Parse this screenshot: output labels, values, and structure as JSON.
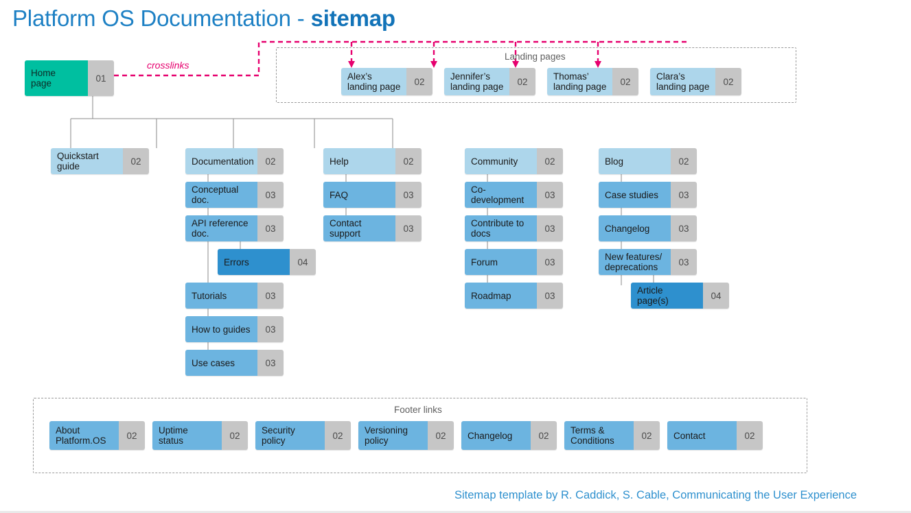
{
  "title": {
    "normal": "Platform OS Documentation - ",
    "bold": "sitemap"
  },
  "colors": {
    "title_blue": "#1D80C4",
    "level01_teal": "#00BFA0",
    "level02_light_blue": "#ADD6EB",
    "level03_blue": "#6CB4E0",
    "level04_blue": "#2E90CE",
    "number_gray": "#C6C6C6",
    "crosslink_pink": "#E6006E",
    "connector_gray": "#8A8A8A",
    "dashed_gray": "#9A9A9A"
  },
  "crosslinks_label": "crosslinks",
  "home": {
    "label": "Home\npage",
    "label_line1": "Home",
    "label_line2": "page",
    "number": "01",
    "level": "01"
  },
  "landing_group": {
    "title": "Landing pages",
    "items": [
      {
        "line1": "Alex’s",
        "line2": "landing page",
        "number": "02",
        "level": "02"
      },
      {
        "line1": "Jennifer’s",
        "line2": "landing page",
        "number": "02",
        "level": "02"
      },
      {
        "line1": "Thomas’",
        "line2": "landing page",
        "number": "02",
        "level": "02"
      },
      {
        "line1": "Clara’s",
        "line2": "landing page",
        "number": "02",
        "level": "02"
      }
    ]
  },
  "columns": [
    {
      "key": "quickstart",
      "root": {
        "line1": "Quickstart",
        "line2": "guide",
        "number": "02",
        "level": "02"
      },
      "children": []
    },
    {
      "key": "documentation",
      "root": {
        "line1": "Documentation",
        "line2": "",
        "number": "02",
        "level": "02"
      },
      "children": [
        {
          "line1": "Conceptual",
          "line2": "doc.",
          "number": "03",
          "level": "03",
          "indent": false
        },
        {
          "line1": "API reference",
          "line2": "doc.",
          "number": "03",
          "level": "03",
          "indent": false
        },
        {
          "line1": "Errors",
          "line2": "",
          "number": "04",
          "level": "04",
          "indent": true
        },
        {
          "line1": "Tutorials",
          "line2": "",
          "number": "03",
          "level": "03",
          "indent": false
        },
        {
          "line1": "How to guides",
          "line2": "",
          "number": "03",
          "level": "03",
          "indent": false
        },
        {
          "line1": "Use cases",
          "line2": "",
          "number": "03",
          "level": "03",
          "indent": false
        }
      ]
    },
    {
      "key": "help",
      "root": {
        "line1": "Help",
        "line2": "",
        "number": "02",
        "level": "02"
      },
      "children": [
        {
          "line1": "FAQ",
          "line2": "",
          "number": "03",
          "level": "03",
          "indent": false
        },
        {
          "line1": "Contact",
          "line2": "support",
          "number": "03",
          "level": "03",
          "indent": false
        }
      ]
    },
    {
      "key": "community",
      "root": {
        "line1": "Community",
        "line2": "",
        "number": "02",
        "level": "02"
      },
      "children": [
        {
          "line1": "Co-",
          "line2": "development",
          "number": "03",
          "level": "03",
          "indent": false
        },
        {
          "line1": "Contribute to",
          "line2": "docs",
          "number": "03",
          "level": "03",
          "indent": false
        },
        {
          "line1": "Forum",
          "line2": "",
          "number": "03",
          "level": "03",
          "indent": false
        },
        {
          "line1": "Roadmap",
          "line2": "",
          "number": "03",
          "level": "03",
          "indent": false
        }
      ]
    },
    {
      "key": "blog",
      "root": {
        "line1": "Blog",
        "line2": "",
        "number": "02",
        "level": "02"
      },
      "children": [
        {
          "line1": "Case studies",
          "line2": "",
          "number": "03",
          "level": "03",
          "indent": false
        },
        {
          "line1": "Changelog",
          "line2": "",
          "number": "03",
          "level": "03",
          "indent": false
        },
        {
          "line1": "New features/",
          "line2": "deprecations",
          "number": "03",
          "level": "03",
          "indent": false
        },
        {
          "line1": "Article",
          "line2": "page(s)",
          "number": "04",
          "level": "04",
          "indent": true
        }
      ]
    }
  ],
  "footer_group": {
    "title": "Footer links",
    "items": [
      {
        "line1": "About",
        "line2": "Platform.OS",
        "number": "02",
        "level": "03"
      },
      {
        "line1": "Uptime",
        "line2": "status",
        "number": "02",
        "level": "03"
      },
      {
        "line1": "Security",
        "line2": "policy",
        "number": "02",
        "level": "03"
      },
      {
        "line1": "Versioning",
        "line2": "policy",
        "number": "02",
        "level": "03"
      },
      {
        "line1": "Changelog",
        "line2": "",
        "number": "02",
        "level": "03"
      },
      {
        "line1": "Terms &",
        "line2": "Conditions",
        "number": "02",
        "level": "03"
      },
      {
        "line1": "Contact",
        "line2": "",
        "number": "02",
        "level": "03"
      }
    ]
  },
  "credit": "Sitemap template by R. Caddick, S. Cable, Communicating the User Experience"
}
